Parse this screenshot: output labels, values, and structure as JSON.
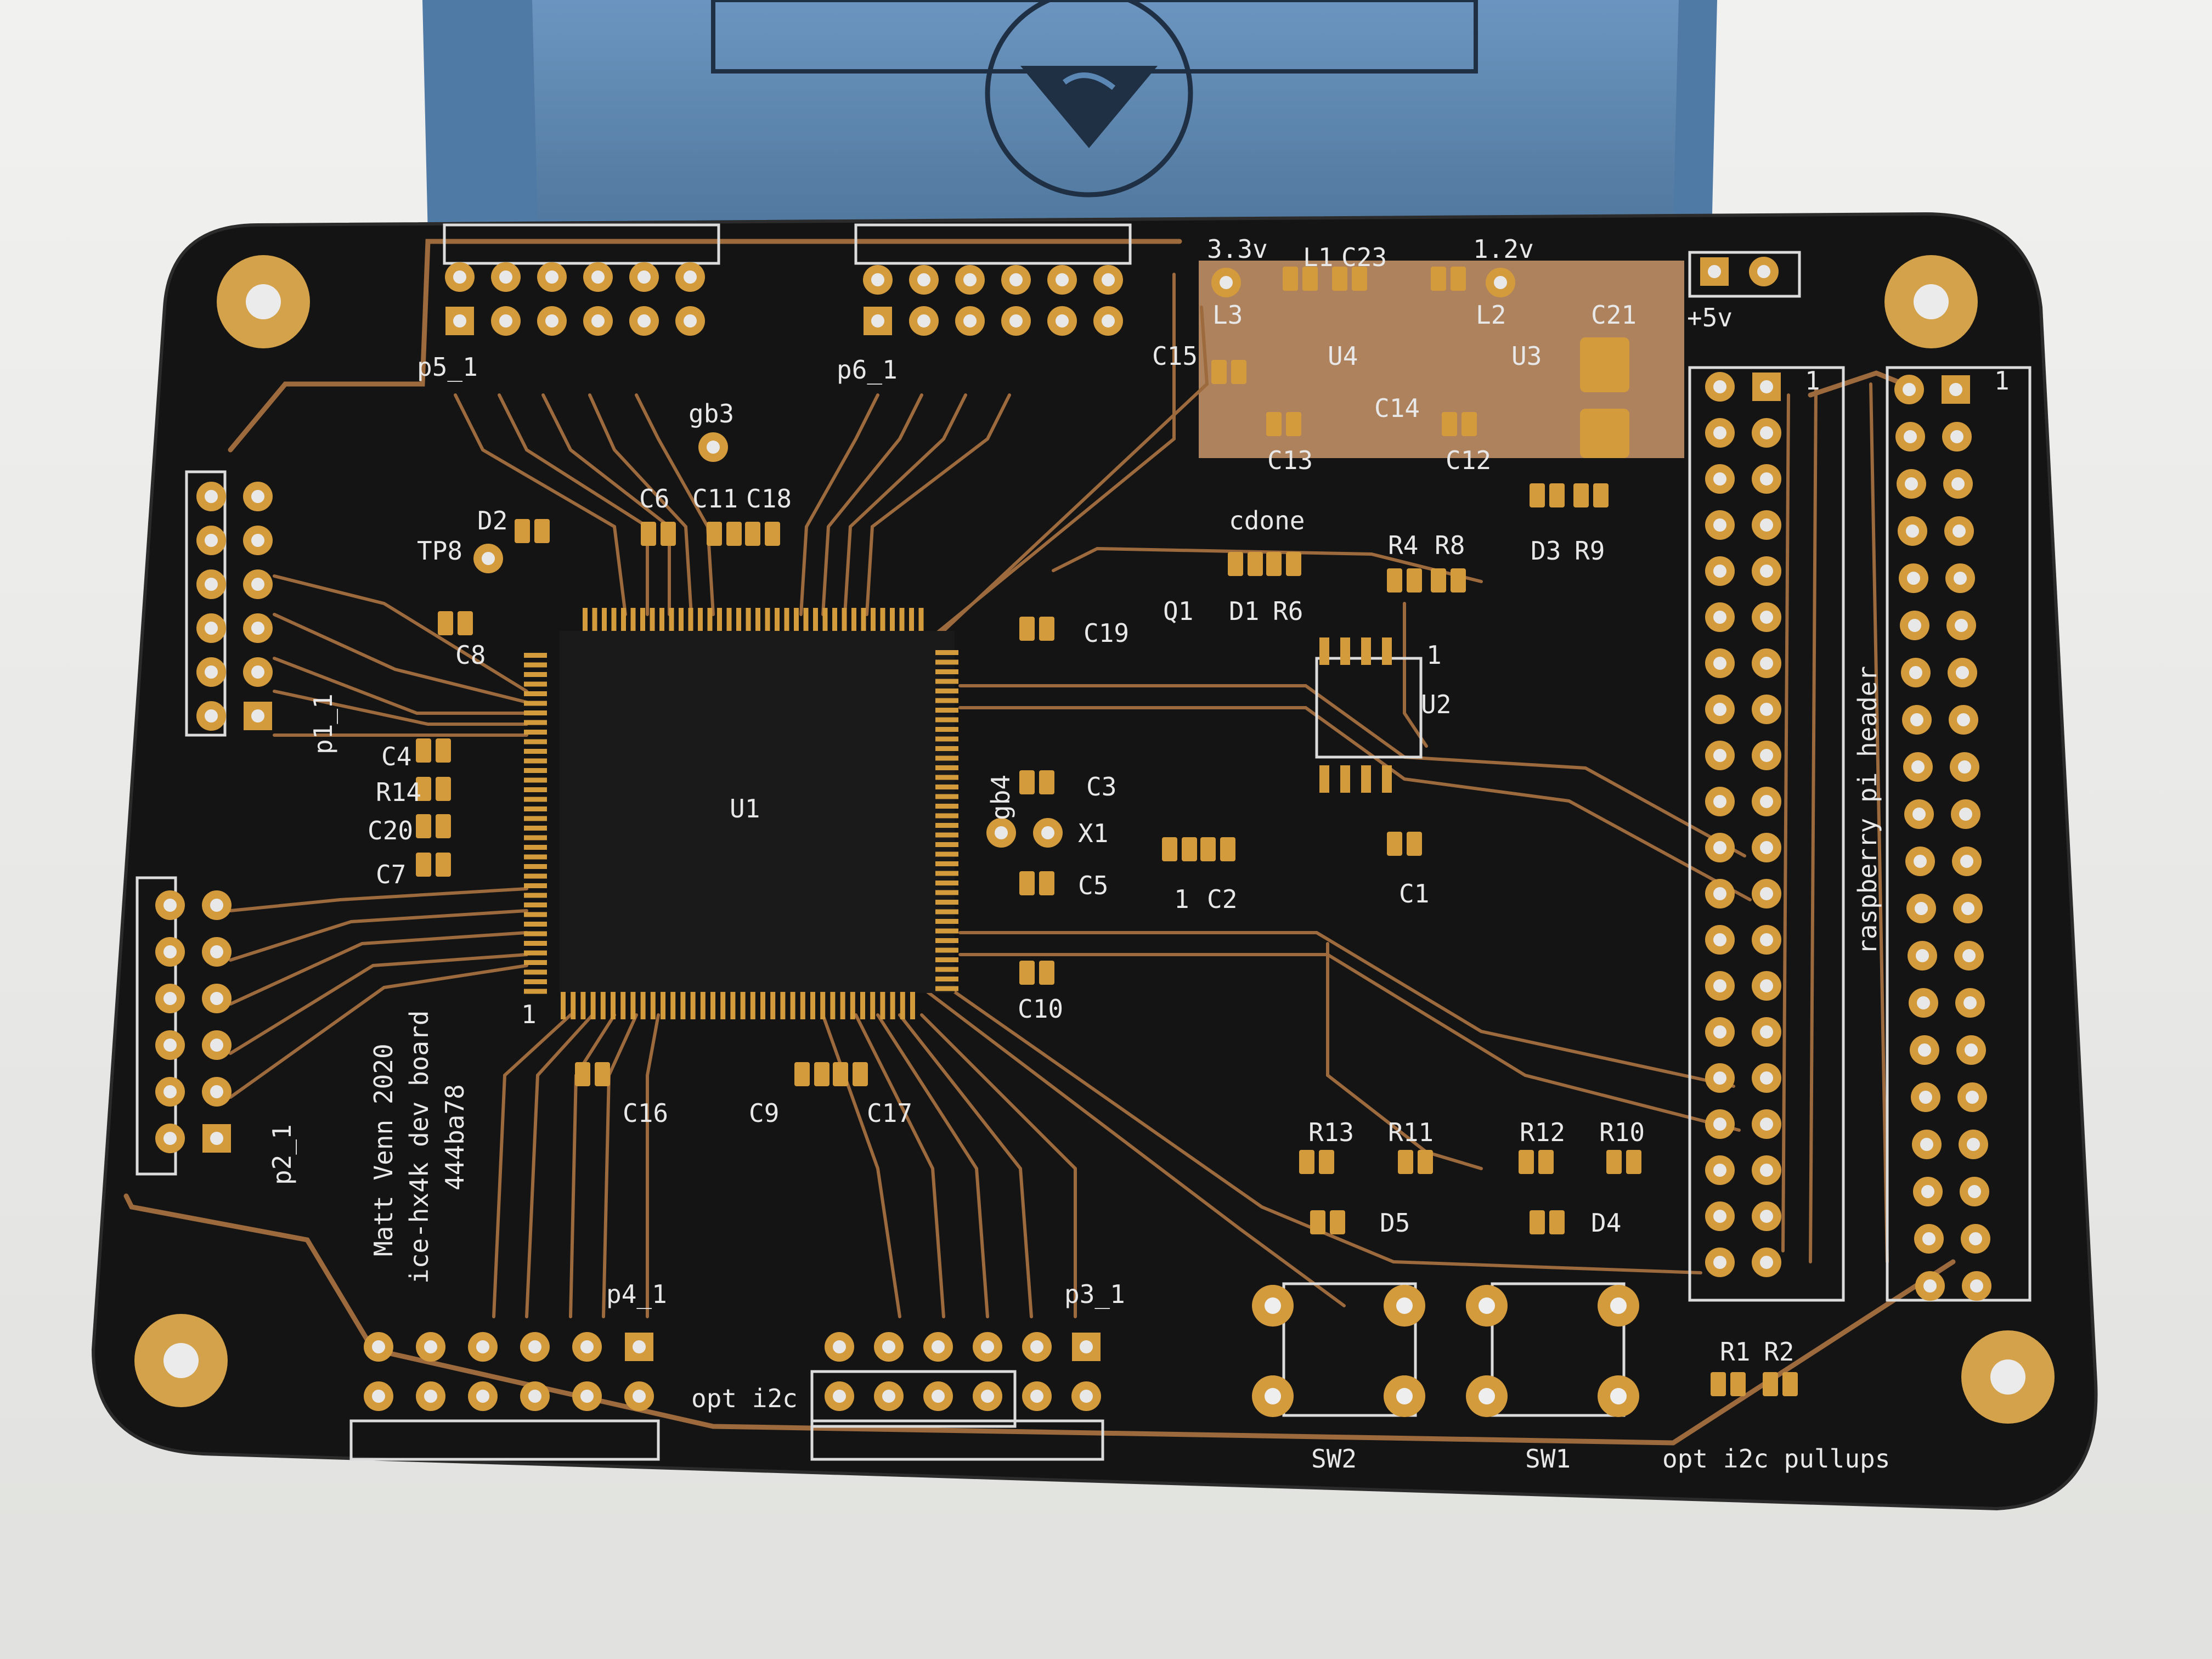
{
  "photo": {
    "background_color": "#e9eae8",
    "box_color": "#5b87b5",
    "board_color": "#131313",
    "copper_color": "#d49b3d",
    "silk_color": "#e8e8e8",
    "trace_color": "#9c6a3c"
  },
  "labels": {
    "author_line1": "Matt Venn 2020",
    "author_line2": "ice-hx4k dev board",
    "author_line3": "444ba78",
    "rpi_header": "raspberry pi header",
    "opt_i2c": "opt i2c",
    "opt_i2c_pullups": "opt i2c pullups",
    "pin1": "1",
    "p1": "p1_1",
    "p2": "p2_1",
    "p3": "p3_1",
    "p4": "p4_1",
    "p5": "p5_1",
    "p6": "p6_1",
    "gb3": "gb3",
    "gb4": "gb4",
    "v33": "3.3v",
    "v12": "1.2v",
    "v5": "+5v",
    "tp8": "TP8",
    "cdone": "cdone",
    "u1": "U1",
    "u2": "U2",
    "u3": "U3",
    "u4": "U4",
    "x1": "X1",
    "q1": "Q1",
    "sw1": "SW1",
    "sw2": "SW2",
    "d1": "D1",
    "d2": "D2",
    "d3": "D3",
    "d4": "D4",
    "d5": "D5",
    "l1": "L1",
    "l2": "L2",
    "l3": "L3",
    "c1": "C1",
    "c2": "C2",
    "c3": "C3",
    "c4": "C4",
    "c5": "C5",
    "c6": "C6",
    "c7": "C7",
    "c8": "C8",
    "c9": "C9",
    "c10": "C10",
    "c11": "C11",
    "c12": "C12",
    "c13": "C13",
    "c14": "C14",
    "c15": "C15",
    "c16": "C16",
    "c17": "C17",
    "c18": "C18",
    "c19": "C19",
    "c20": "C20",
    "c21": "C21",
    "c23": "C23",
    "r1": "R1",
    "r2": "R2",
    "r4": "R4",
    "r6": "R6",
    "r8": "R8",
    "r9": "R9",
    "r10": "R10",
    "r11": "R11",
    "r12": "R12",
    "r13": "R13",
    "r14": "R14"
  }
}
